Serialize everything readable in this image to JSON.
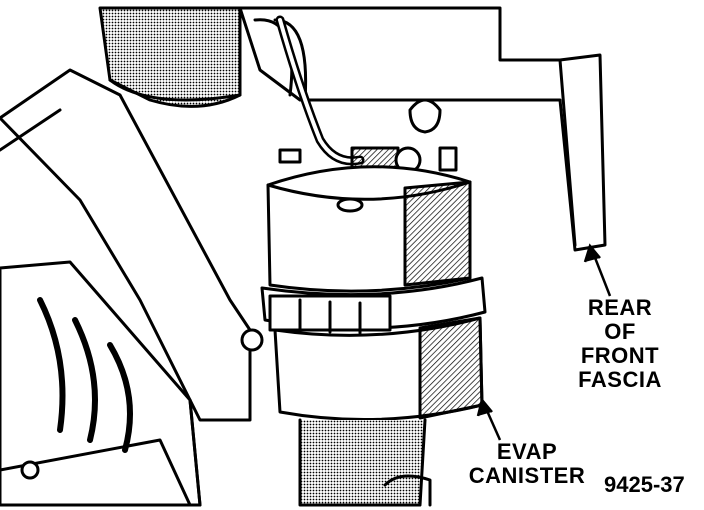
{
  "labels": {
    "front_fascia": [
      "REAR",
      "OF",
      "FRONT",
      "FASCIA"
    ],
    "evap_canister": [
      "EVAP",
      "CANISTER"
    ]
  },
  "figure_number": "9425-37",
  "colors": {
    "ink": "#000000",
    "paper": "#ffffff",
    "hatch": "#555555"
  }
}
